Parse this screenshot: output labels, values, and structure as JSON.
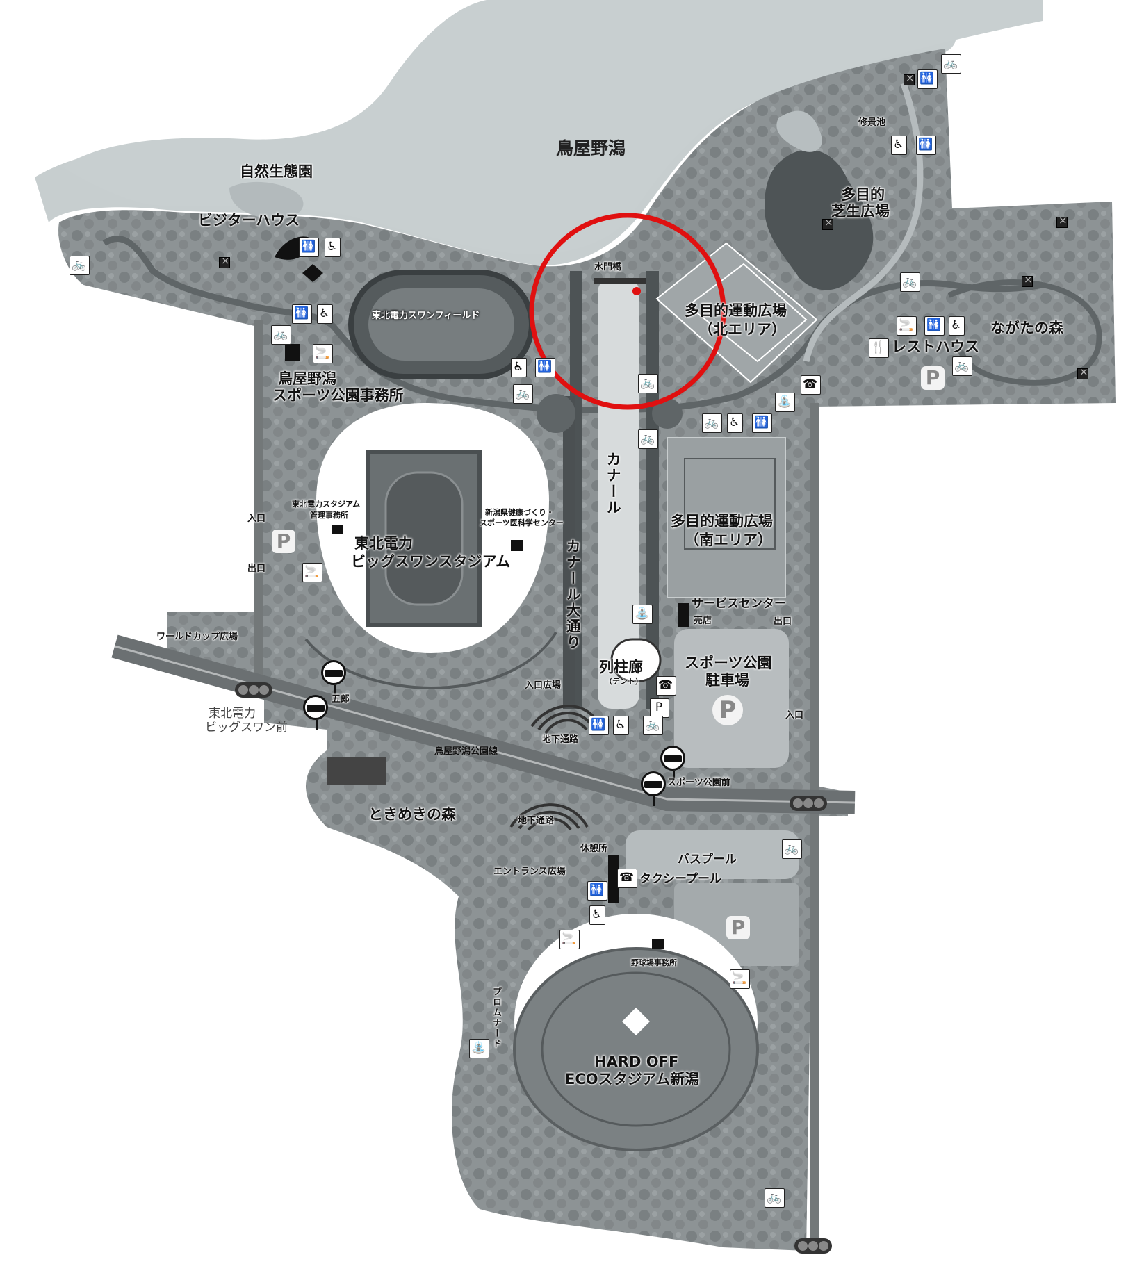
{
  "labels": {
    "lake": "鳥屋野潟",
    "nature_garden": "自然生態園",
    "visitor_house": "ビジターハウス",
    "swan_field": "東北電力スワンフィールド",
    "office_l1": "鳥屋野潟",
    "office_l2": "スポーツ公園事務所",
    "suimon": "水門橋",
    "multi_north_l1": "多目的運動広場",
    "multi_north_l2": "（北エリア）",
    "shugeichi": "修景池",
    "lawn_l1": "多目的",
    "lawn_l2": "芝生広場",
    "rest_house": "レストハウス",
    "nagata_forest": "ながたの森",
    "canal": "カナール",
    "canal_street": "カナール大通り",
    "stadium_office_l1": "東北電力スタジアム",
    "stadium_office_l2": "管理事務所",
    "health_center_l1": "新潟県健康づくり・",
    "health_center_l2": "スポーツ医科学センター",
    "big_swan_l1": "東北電力",
    "big_swan_l2": "ビッグスワンスタジアム",
    "multi_south_l1": "多目的運動広場",
    "multi_south_l2": "（南エリア）",
    "entrance_w": "入口",
    "exit_w": "出口",
    "service_center": "サービスセンター",
    "shop": "売店",
    "exit_e": "出口",
    "world_cup": "ワールドカップ広場",
    "colonnade": "列柱廊",
    "tent": "（テント）",
    "sports_parking_l1": "スポーツ公園",
    "sports_parking_l2": "駐車場",
    "entrance_plaza": "入口広場",
    "entrance_e": "入口",
    "bus_stop_w1": "東北電力",
    "bus_stop_w2": "ビッグスワン前",
    "gorobe": "五郎",
    "underpass1": "地下通路",
    "road": "鳥屋野潟公園線",
    "sports_park_mae": "スポーツ公園前",
    "tokimeki": "ときめきの森",
    "underpass2": "地下通路",
    "kyukei": "休憩所",
    "bus_pool": "バスプール",
    "entrance_hall": "エントランス広場",
    "taxi_pool": "タクシープール",
    "baseball_office": "野球場事務所",
    "promenade": "プロムナード",
    "hardoff_l1": "HARD OFF",
    "hardoff_l2": "ECOスタジアム新潟"
  },
  "icons": {
    "toilet": "🚻",
    "wheelchair": "♿",
    "bicycle": "🚲",
    "smoking": "🚬",
    "phone": "☎",
    "restaurant": "🍴",
    "parking": "P",
    "fountain": "⛲"
  },
  "highlight": {
    "color": "#e01010"
  },
  "colors": {
    "water": "#c8cfd0",
    "park": "#8e9496",
    "road": "#707578",
    "building": "#111111"
  }
}
